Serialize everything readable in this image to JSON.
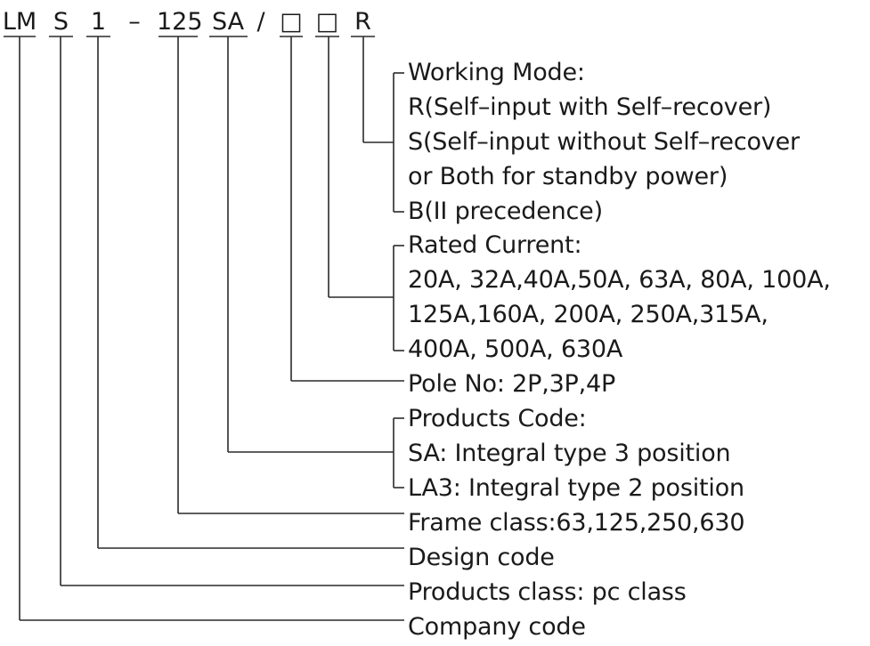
{
  "model_code": {
    "parts": [
      "LM",
      "S",
      "1",
      "–",
      "125",
      "SA",
      "/",
      "□",
      "□",
      "R"
    ]
  },
  "groups": [
    {
      "key": "working_mode",
      "lines": [
        "Working Mode:",
        "R(Self–input with Self–recover)",
        "S(Self–input without Self–recover",
        "or Both for standby power)",
        "B(II precedence)"
      ]
    },
    {
      "key": "rated_current",
      "lines": [
        "Rated Current:",
        "20A, 32A,40A,50A, 63A, 80A, 100A,",
        "125A,160A, 200A, 250A,315A,",
        "400A, 500A, 630A"
      ]
    },
    {
      "key": "pole_no",
      "lines": [
        "Pole No: 2P,3P,4P"
      ]
    },
    {
      "key": "products_code",
      "lines": [
        "Products Code:",
        "SA: Integral type 3 position",
        "LA3: Integral type 2 position"
      ]
    },
    {
      "key": "frame_class",
      "lines": [
        "Frame class:63,125,250,630"
      ]
    },
    {
      "key": "design_code",
      "lines": [
        "Design code"
      ]
    },
    {
      "key": "products_class",
      "lines": [
        "Products class: pc class"
      ]
    },
    {
      "key": "company_code",
      "lines": [
        "Company code"
      ]
    }
  ]
}
